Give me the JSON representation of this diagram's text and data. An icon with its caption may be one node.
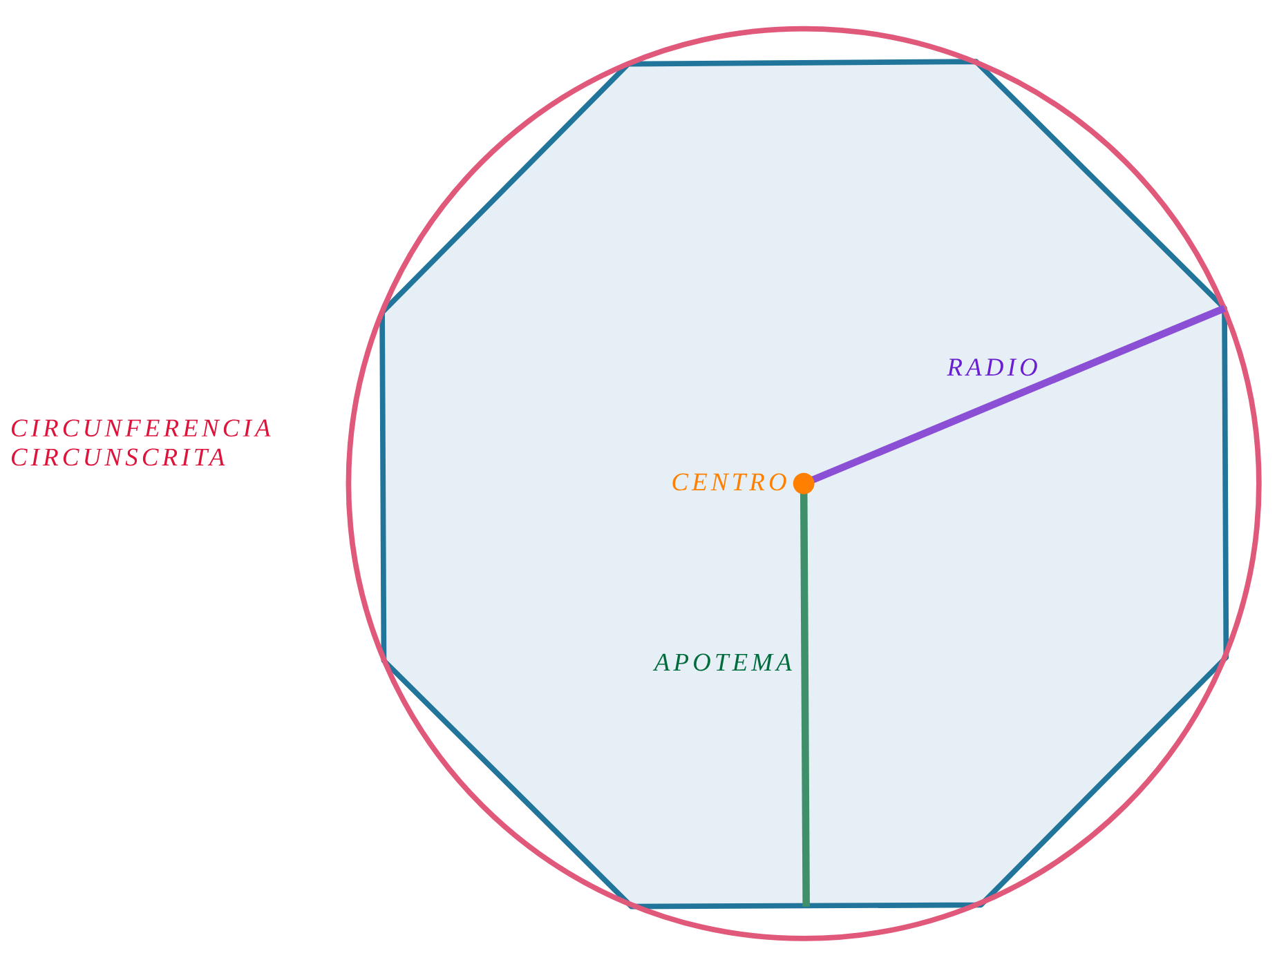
{
  "diagram": {
    "labels": [
      "CIRCUNFERENCIA CIRCUNSCRITA",
      "CENTRO",
      "RADIO",
      "APOTEMA"
    ]
  }
}
